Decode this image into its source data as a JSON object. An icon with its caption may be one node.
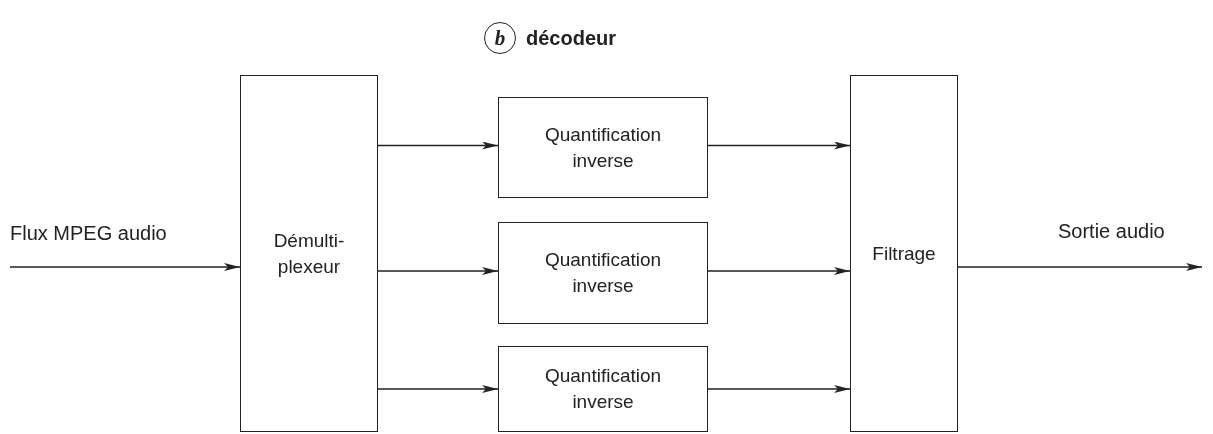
{
  "diagram": {
    "title": "décodeur",
    "nodes": [
      {
        "text": [
          "Démulti- plexeur"
        ]
      },
      {
        "text": [
          "Quantification inverse"
        ]
      },
      {
        "text": [
          "Quantification inverse"
        ]
      },
      {
        "text": [
          "Quantification inverse"
        ]
      },
      {
        "text": [
          "Filtrage"
        ]
      }
    ],
    "edges": [
      {
        "from": null,
        "to": 0,
        "arrow": "to",
        "label": "Flux MPEG audio"
      },
      {
        "from": 0,
        "to": 1,
        "arrow": "to"
      },
      {
        "from": 0,
        "to": 2,
        "arrow": "to"
      },
      {
        "from": 0,
        "to": 3,
        "arrow": "to"
      },
      {
        "from": 1,
        "to": 4,
        "arrow": "to"
      },
      {
        "from": 2,
        "to": 4,
        "arrow": "to"
      },
      {
        "from": 3,
        "to": 4,
        "arrow": "to"
      },
      {
        "from": 4,
        "to": null,
        "arrow": "to",
        "label": "Sortie audio"
      }
    ],
    "labels": [
      "b"
    ]
  }
}
